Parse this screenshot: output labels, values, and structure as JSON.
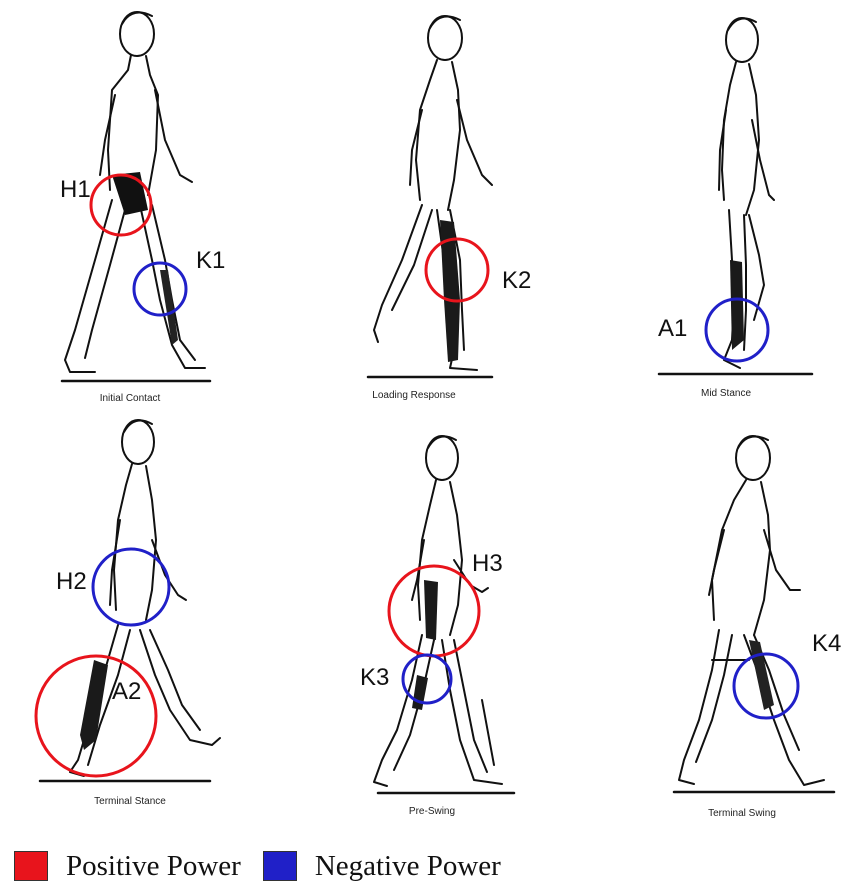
{
  "colors": {
    "positive": "#e8141c",
    "negative": "#2020c8"
  },
  "panels": [
    {
      "caption": "Initial Contact",
      "labels": [
        "H1",
        "K1"
      ]
    },
    {
      "caption": "Loading Response",
      "labels": [
        "K2"
      ]
    },
    {
      "caption": "Mid Stance",
      "labels": [
        "A1"
      ]
    },
    {
      "caption": "Terminal Stance",
      "labels": [
        "H2",
        "A2"
      ]
    },
    {
      "caption": "Pre-Swing",
      "labels": [
        "H3",
        "K3"
      ]
    },
    {
      "caption": "Terminal Swing",
      "labels": [
        "K4"
      ]
    }
  ],
  "legend": {
    "positive_label": "Positive Power",
    "negative_label": "Negative Power"
  }
}
